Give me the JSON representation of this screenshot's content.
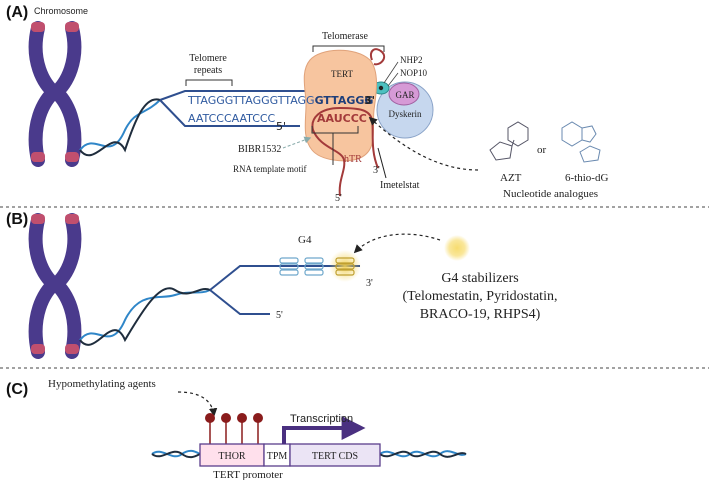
{
  "panels": {
    "a": "(A)",
    "b": "(B)",
    "c": "(C)"
  },
  "panel_a": {
    "chromosome": "Chromosome",
    "telomere_repeats_1": "Telomere",
    "telomere_repeats_2": "repeats",
    "telomerase": "Telomerase",
    "tert": "TERT",
    "top_strand": "TTAGGGTTAGGGTTAGG",
    "top_strand_bold": "GTTAGGG",
    "top_strand_3prime": "3'",
    "bottom_strand": "AATCCCAATCCC",
    "bottom_strand_5prime": "5'",
    "rna_template": "AAUCCC",
    "nhp2": "NHP2",
    "nop10": "NOP10",
    "gar": "GAR",
    "dyskerin": "Dyskerin",
    "bibr": "BIBR1532",
    "rna_template_motif": "RNA template motif",
    "htr": "hTR",
    "htr_5prime": "5'",
    "htr_3prime": "3'",
    "imetelstat": "Imetelstat",
    "azt": "AZT",
    "or": "or",
    "thio_dg": "6-thio-dG",
    "nucleotide_analogues": "Nucleotide analogues"
  },
  "panel_b": {
    "g4": "G4",
    "three_prime": "3'",
    "five_prime": "5'",
    "stabilizers_line1": "G4 stabilizers",
    "stabilizers_line2": "(Telomestatin, Pyridostatin,",
    "stabilizers_line3": "BRACO-19, RHPS4)"
  },
  "panel_c": {
    "hypomethylating": "Hypomethylating agents",
    "transcription": "Transcription",
    "thor": "THOR",
    "tpm": "TPM",
    "tert_cds": "TERT CDS",
    "tert_promoter": "TERT promoter"
  },
  "colors": {
    "chromosome": "#4a3a8c",
    "centromere_tips": "#c04f6e",
    "dna_strand": "#2f4f8f",
    "helix_blue": "#2f86c8",
    "helix_dark": "#1f2d3d",
    "tert_body": "#f7c59f",
    "htr_red": "#a33a3a",
    "dyskerin": "#c6d7ee",
    "gar": "#d69ad6",
    "nop10_teal": "#4cc0c0",
    "g4_glow": "#f5d66a",
    "gene_box": "#5a3e8c",
    "thor_fill": "#ffe0ec",
    "cds_fill": "#ebe4f5",
    "methyl": "#8a1c1c"
  }
}
